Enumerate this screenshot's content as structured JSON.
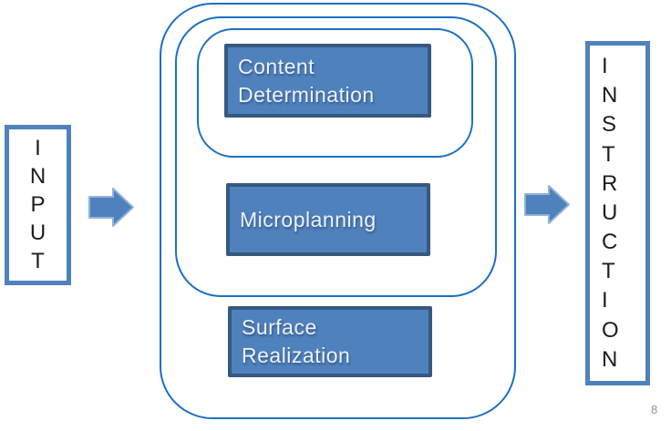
{
  "page": {
    "number_label": "8"
  },
  "input": {
    "letters": [
      "I",
      "N",
      "P",
      "U",
      "T"
    ]
  },
  "instruction": {
    "letters": [
      "I",
      "N",
      "S",
      "T",
      "R",
      "U",
      "C",
      "T",
      "I",
      "O",
      "N"
    ]
  },
  "pipeline": {
    "stages": [
      {
        "name": "content-determination",
        "lines": [
          "Content",
          "Determination"
        ]
      },
      {
        "name": "microplanning",
        "lines": [
          "Microplanning"
        ]
      },
      {
        "name": "surface-realization",
        "lines": [
          "Surface",
          "Realization"
        ]
      }
    ]
  },
  "icons": {
    "flow_arrow": "right-arrow"
  },
  "colors": {
    "stage_fill": "#4F81BD",
    "stage_border": "#36597F",
    "stage_text": "#EDF2F9",
    "container_stroke": "#1B70C4",
    "io_border": "#4F81BD",
    "io_text": "#1C1C1C",
    "arrow_fill": "#4F81BD",
    "arrow_outline": "#94B2D8",
    "page_number_text": "#949494",
    "background": "#FFFFFF"
  }
}
